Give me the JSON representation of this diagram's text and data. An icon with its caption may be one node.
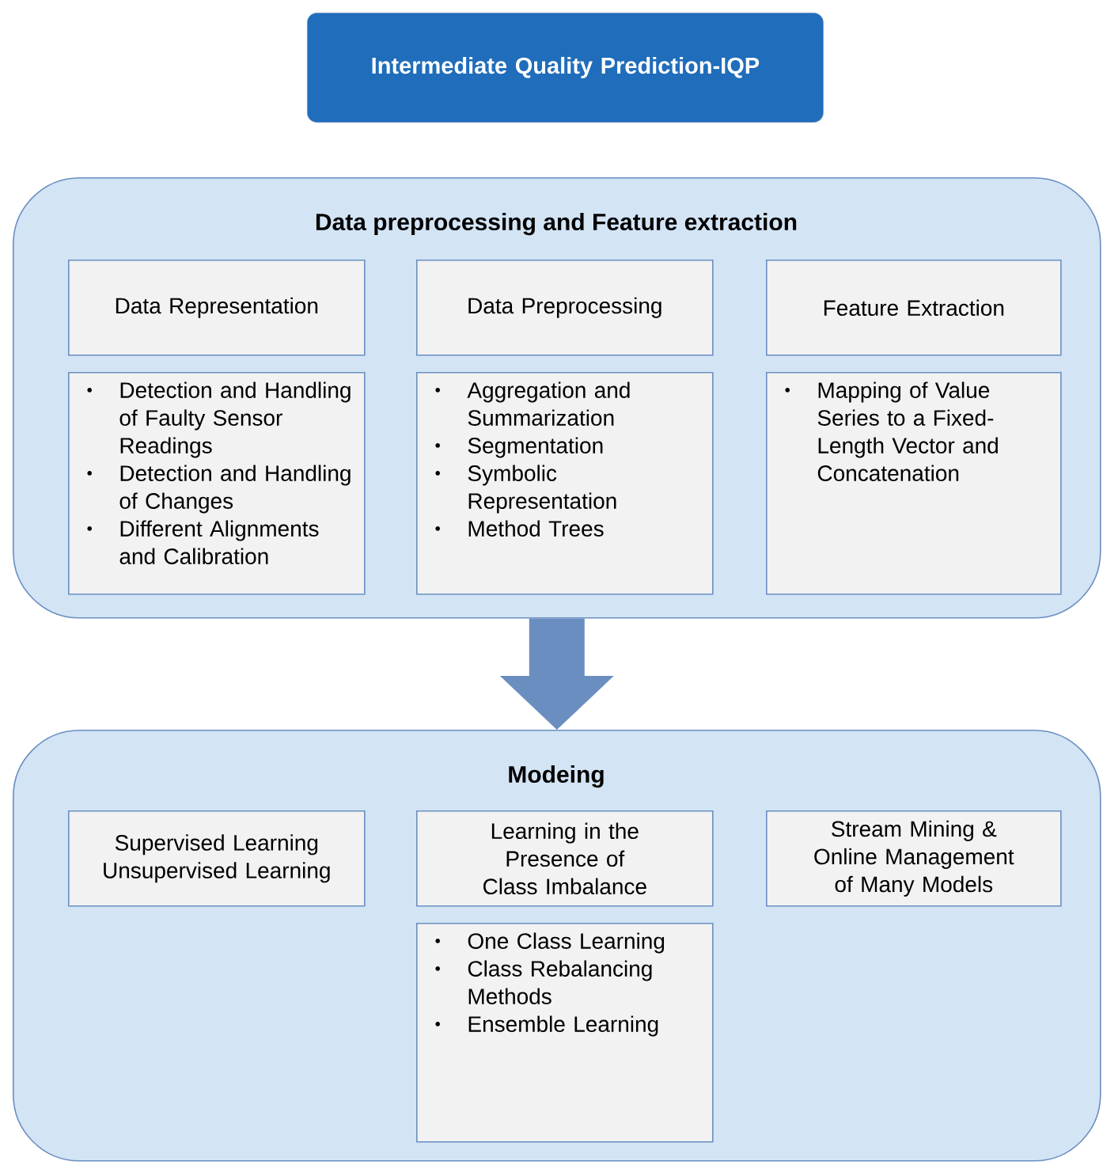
{
  "diagram": {
    "nodes": [
      {
        "text": [
          "Intermediate Quality Prediction-IQP"
        ]
      },
      {
        "text": [
          "Data preprocessing and Feature extraction"
        ]
      },
      {
        "text": [
          "Data Representation"
        ],
        "in": 1
      },
      {
        "text": [
          "Data Preprocessing"
        ],
        "in": 1
      },
      {
        "text": [
          "Feature Extraction"
        ],
        "in": 1
      },
      {
        "text": [
          "Detection and Handling of Faulty Sensor Readings",
          "Detection and Handling of Changes",
          "Different Alignments and Calibration"
        ],
        "in": 1
      },
      {
        "text": [
          "Aggregation and Summarization",
          "Segmentation",
          "Symbolic Representation",
          "Method Trees"
        ],
        "in": 1
      },
      {
        "text": [
          "Mapping of Value Series to a Fixed-Length Vector and Concatenation"
        ],
        "in": 1
      },
      {
        "text": [
          "Modeing"
        ]
      },
      {
        "text": [
          "Supervised Learning",
          "Unsupervised Learning"
        ],
        "in": 8
      },
      {
        "text": [
          "Learning in the Presence of Class Imbalance"
        ],
        "in": 8
      },
      {
        "text": [
          "Stream Mining & Online Management of Many Models"
        ],
        "in": 8
      },
      {
        "text": [
          "One Class Learning",
          "Class Rebalancing Methods",
          "Ensemble Learning"
        ],
        "in": 8
      }
    ],
    "edges": [
      {
        "from": 1,
        "to": 8,
        "arrow": "to"
      }
    ]
  }
}
